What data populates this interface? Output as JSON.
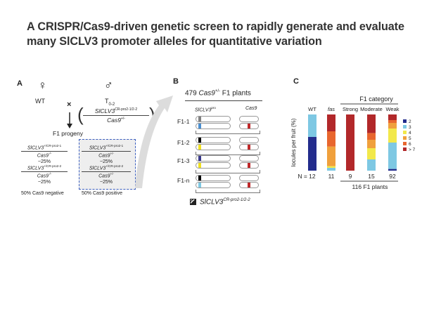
{
  "title": "A CRISPR/Cas9-driven genetic screen to rapidly generate and evaluate many SlCLV3 promoter alleles for quantitative variation",
  "panel_a": {
    "label": "A",
    "female_symbol": "♀",
    "male_symbol": "♂",
    "wt": "WT",
    "cross": "×",
    "t_label": "T",
    "t_sub": "0-2",
    "cross_geno_top": "SlCLV3",
    "cross_geno_top_sup": "CR-pro2-1/2-2",
    "cross_geno_bottom": "Cas9",
    "cross_geno_bottom_sup": "+/-",
    "progeny": "F1 progeny",
    "neg_1_top": "SlCLV3",
    "neg_1_top_sup": "+/CR-pro2-1",
    "neg_1_bottom": "Cas9",
    "neg_1_bottom_sup": "-/-",
    "neg_1_pct": "~25%",
    "neg_2_top": "SlCLV3",
    "neg_2_top_sup": "+/CR-pro2-2",
    "neg_2_bottom": "Cas9",
    "neg_2_bottom_sup": "-/-",
    "neg_2_pct": "~25%",
    "pos_1_top": "SlCLV3",
    "pos_1_top_sup": "+/CR-pro2-1",
    "pos_1_bottom": "Cas9",
    "pos_1_bottom_sup": "+/-",
    "pos_1_pct": "~25%",
    "pos_2_top": "SlCLV3",
    "pos_2_top_sup": "+/CR-pro2-2",
    "pos_2_bottom": "Cas9",
    "pos_2_bottom_sup": "+/-",
    "pos_2_pct": "~25%",
    "neg_caption": "50% Cas9 negative",
    "pos_caption": "50% Cas9 positive"
  },
  "panel_b": {
    "label": "B",
    "header_pre": "479 ",
    "header_gene": "Cas9",
    "header_sup": "+/-",
    "header_post": " F1 plants",
    "col1": "SlCLV3",
    "col1_sup": "pro",
    "col2": "Cas9",
    "rows": [
      "F1-1",
      "F1-2",
      "F1-3",
      "F1-n"
    ],
    "row_colors": [
      "#808080",
      "#000000",
      "#3a3a8c",
      "#000000"
    ],
    "row_colors2": [
      "#4a8fd0",
      "#f0e020",
      "#f0e020",
      "#7ec8e3"
    ],
    "legend_gene": "SlCLV3",
    "legend_sup": "CR-pro2-1/2-2"
  },
  "chart_data": {
    "type": "bar",
    "stacked": true,
    "ylabel": "locules per fruit (%)",
    "top_label": "F1 category",
    "categories": [
      "WT",
      "fas",
      "Strong",
      "Moderate",
      "Weak"
    ],
    "category_italic": [
      false,
      true,
      false,
      false,
      false
    ],
    "counts": [
      "N = 12",
      "11",
      "9",
      "15",
      "92"
    ],
    "bottom_label": "116 F1 plants",
    "ylim": [
      0,
      100
    ],
    "legend_position": "right",
    "series": [
      {
        "name": "2",
        "color": "#232c8c",
        "values": [
          60,
          0,
          0,
          0,
          3
        ]
      },
      {
        "name": "3",
        "color": "#7ec8e3",
        "values": [
          40,
          5,
          0,
          20,
          47
        ]
      },
      {
        "name": "4",
        "color": "#f2e84a",
        "values": [
          0,
          3,
          0,
          20,
          25
        ]
      },
      {
        "name": "5",
        "color": "#f0a03c",
        "values": [
          0,
          35,
          0,
          15,
          10
        ]
      },
      {
        "name": "6",
        "color": "#e8662e",
        "values": [
          0,
          27,
          0,
          12,
          5
        ]
      },
      {
        "name": "> 7",
        "color": "#b2282a",
        "values": [
          0,
          30,
          100,
          33,
          10
        ]
      }
    ]
  }
}
